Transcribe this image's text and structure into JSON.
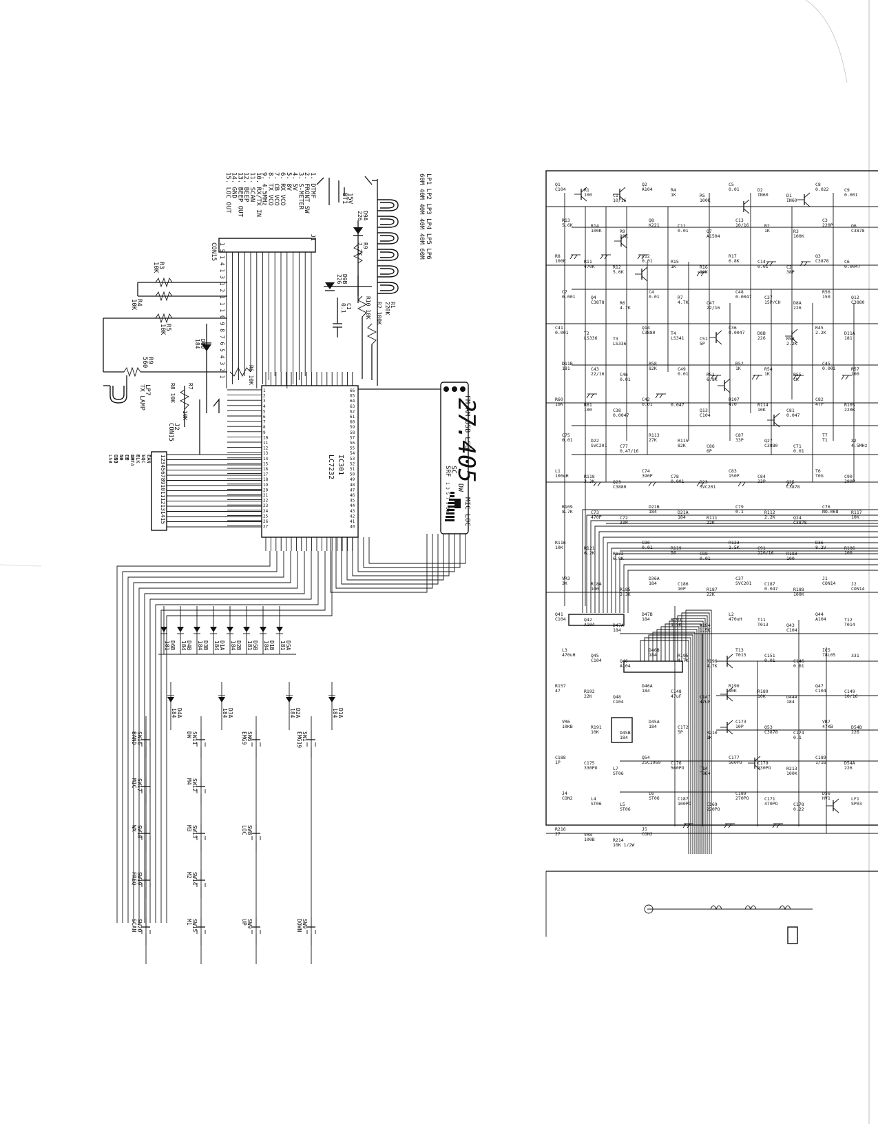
{
  "connector_j1": {
    "ref": "J1",
    "name": "CON15",
    "pins": [
      "1. DTMF",
      "2. FRONT SW",
      "3. S-METER",
      "4. 5V",
      "5. 8V",
      "6. RX VCO",
      "7. CB VCO",
      "8. TX VCO",
      "9. 4.5MHz",
      "10. RX/TX IN",
      "11. SCAN",
      "12. BEEP",
      "13. BEEP OUT",
      "14. GND",
      "15. LOC OUT"
    ]
  },
  "connector_j2": {
    "ref": "J2",
    "name": "CON15",
    "numbers": "123456789101112131415",
    "pins": [
      "CAN",
      "LOC",
      "M",
      "AM",
      "FM",
      "NB",
      "USB",
      "LSB",
      "PA",
      "SQ",
      "CLK",
      "DATA",
      "CE",
      "DO",
      "GND"
    ]
  },
  "ic": {
    "ref": "IC301",
    "part": "LC7232"
  },
  "lamps": {
    "lp_labels": [
      "LP1",
      "LP2",
      "LP3",
      "LP4",
      "LP5",
      "LP6"
    ],
    "lp_bands": [
      "60M",
      "40M",
      "40M",
      "40M",
      "40M",
      "60M"
    ],
    "lp7_ref": "LP7",
    "lp7_name": "TX LAMP"
  },
  "lcd": {
    "modes": "FM AM USB LSB",
    "mic_loc": "MIC LOC",
    "digits": "27.405",
    "dw": "DW",
    "sc": "SC",
    "srf": "SRF",
    "scale": "1  3  5  7  9  30",
    "tx": "TX"
  },
  "resistors_left": {
    "r3": "R3",
    "r3v": "10K",
    "r4": "R4",
    "r4v": "10K",
    "r5": "R5",
    "r5v": "10K",
    "r9": "R9",
    "r9v": "560",
    "r8": "R8 10K",
    "r7": "R7",
    "r7v": "10K",
    "r6": "R6 10K",
    "r1": "R1",
    "r1v": "220K",
    "r2": "R2 100K",
    "r10": "R10 10K",
    "c1": "C1",
    "c1v": "0.1",
    "bt1": "BT1",
    "bt1v": "15V",
    "d10": "D10",
    "d10v": "184",
    "d9a": "D9A",
    "d9av": "226",
    "d9b": "D9B",
    "d9bv": "226",
    "r9b": "R9",
    "r9bv": "2.2K"
  },
  "diode_row": [
    {
      "ref": "D6B",
      "val": "181"
    },
    {
      "ref": "D4B",
      "val": "184"
    },
    {
      "ref": "D3B",
      "val": "184"
    },
    {
      "ref": "D1A",
      "val": "184"
    },
    {
      "ref": "D2B",
      "val": "184"
    },
    {
      "ref": "D5B",
      "val": "181"
    },
    {
      "ref": "D1B",
      "val": "184"
    },
    {
      "ref": "D5A",
      "val": "181"
    }
  ],
  "diode_row2": [
    {
      "ref": "D4A",
      "val": "184"
    },
    {
      "ref": "D3A",
      "val": "184"
    },
    {
      "ref": "D2A",
      "val": "184"
    },
    {
      "ref": "D1A",
      "val": "184"
    }
  ],
  "switches": [
    [
      "SW16 BAND",
      "SW11 DW",
      "SW6 EMG9",
      "SW1 EMG19"
    ],
    [
      "SW17 MIC",
      "SW12 M4",
      "",
      ""
    ],
    [
      "SW18 WX",
      "SW13 M3",
      "SW8 LOC",
      ""
    ],
    [
      "SW19 FREQ",
      "SW14 M2",
      "",
      ""
    ],
    [
      "SW20 SCAN",
      "SW15 M1",
      "SW9 UP",
      "SW9 DOWN"
    ]
  ],
  "rf_labels": [
    "Q1 C104",
    "R1 100",
    "C1 10/16",
    "Q2 A104",
    "R4 1K",
    "R5 100K",
    "C5 0.01",
    "D2 IN60",
    "D1 IN60",
    "C8 0.022",
    "C9 0.001",
    "R13 5.6K",
    "R14 100K",
    "R9 10K",
    "Q8 K221",
    "C11 0.01",
    "Q7 A1504",
    "C13 10/16",
    "R2 1K",
    "R3 100K",
    "C3 220P",
    "Q6 C3878",
    "R8 100K",
    "R11 470K",
    "R12 5.6K",
    "C12 0.01",
    "R15 1K",
    "R16 10K",
    "R17 6.8K",
    "C14 0.01",
    "C2 38P",
    "Q3 C3878",
    "C6 0.0047",
    "C7 0.001",
    "Q4 C3878",
    "R6 4.7K",
    "C4 0.01",
    "R7 4.7K",
    "C47 22/16",
    "C48 0.0047",
    "C37 15P/CH",
    "D8A 226",
    "R56 150",
    "Q12 C3880",
    "C41 0.001",
    "T2 LS336",
    "T3 LS336",
    "Q14 C3880",
    "T4 LS341",
    "C51 5P",
    "C36 0.0047",
    "D8B 226",
    "R53 2.2K",
    "R45 2.2K",
    "D11A 181",
    "D11B 181",
    "C43 22/16",
    "C46 0.01",
    "R58 82K",
    "C49 0.01",
    "R51 6.8K",
    "R52 1K",
    "R54 1K",
    "R55 1K",
    "C45 0.001",
    "R57 100",
    "R60 10K",
    "R61 100",
    "C38 0.0047",
    "C42 0.01",
    "0.047",
    "Q13 C104",
    "R107 470",
    "R114 10K",
    "C81 0.047",
    "C82 47P",
    "R105 220K",
    "C75 0.01",
    "D22 SVC201",
    "C77 0.47/16",
    "R113 27K",
    "R115 82K",
    "C86 6P",
    "C87 33P",
    "Q27 C3880",
    "C71 0.01",
    "T7 T1",
    "X2 4.5MHz",
    "L1 100uH",
    "R118 3.3K",
    "Q23 C3880",
    "C74 390P",
    "C78 0.001",
    "D23 SVC201",
    "C83 150P",
    "C84 33P",
    "Q25 C3878",
    "T6 T0G",
    "C90 390P",
    "R109 8.7K",
    "C73 470P",
    "C72 33P",
    "D21B 184",
    "D21A 184",
    "R111 22K",
    "C79 0.1",
    "R112 2.2K",
    "Q24 C3878",
    "C76 NO.068",
    "R117 10K",
    "R116 10K",
    "R121 6.2K",
    "R122 6.8K",
    "C80 0.01",
    "R119 56",
    "C88 0.01",
    "R123 1.5K",
    "C91 220/16",
    "R183 100",
    "D36 8.2V",
    "R186 100",
    "VR3 3K",
    "R184 100",
    "R185 3.3K",
    "D36A 184",
    "C186 10P",
    "R187 22K",
    "C37 SVC201",
    "C187 0.047",
    "R188 100K",
    "J1 CON14",
    "J2 CON14",
    "Q41 C104",
    "Q42 A104",
    "D47A 184",
    "D47B 184",
    "R193 1.5K",
    "R194 1.5K",
    "L2 470uH",
    "T11 T013",
    "Q43 C104",
    "Q44 A104",
    "T12 T014",
    "L3 470uH",
    "Q45 C104",
    "Q46 A104",
    "D46B 184",
    "R195 4.7K",
    "R196 4.7K",
    "T13 T015",
    "C151 0.01",
    "C146 0.01",
    "IC5 78L05",
    "331",
    "R157 47",
    "R192 22K",
    "Q48 C104",
    "D46A 184",
    "C148 47uF",
    "C147 47uF",
    "R190 10K",
    "R189 10K",
    "D44A 184",
    "Q47 C104",
    "C149 10/16",
    "VR6 10KB",
    "R191 10K",
    "D45B 184",
    "D45A 184",
    "C172 5P",
    "R210 1K",
    "C173 10P",
    "Q53 C3878",
    "C174 0.1",
    "VR7 47KB",
    "D54B 226",
    "C188 1P",
    "C175 330PO",
    "L7 ST06",
    "Q54 2SC1969",
    "C176 560PO",
    "T14 T064",
    "C177 560PO",
    "C179 330PO",
    "R213 100K",
    "C189 1/16",
    "D54A 226",
    "J4 CON2",
    "L4 ST06",
    "L5 ST06",
    "L6 ST06",
    "C187 100PO",
    "C169 220PO",
    "C189 270PO",
    "C171 470PO",
    "C178 0.22",
    "D56 HV1",
    "LF1 SP03",
    "R216 27",
    "VR8 100B",
    "R214 10K 1/2W",
    "J5 CON2"
  ]
}
